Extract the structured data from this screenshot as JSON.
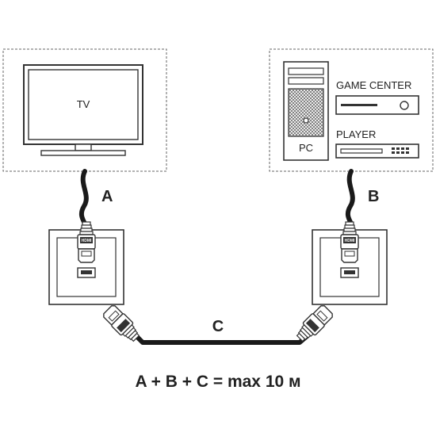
{
  "labels": {
    "tv": "TV",
    "pc": "PC",
    "game_center": "GAME CENTER",
    "player": "PLAYER",
    "cable_a": "A",
    "cable_b": "B",
    "cable_c": "C",
    "hdmi": "HDMI",
    "formula": "A + B + C = max 10 м"
  },
  "colors": {
    "line": "#333333",
    "cable": "#1a1a1a",
    "plate_border": "#888888",
    "pc_mesh": "#555555"
  }
}
